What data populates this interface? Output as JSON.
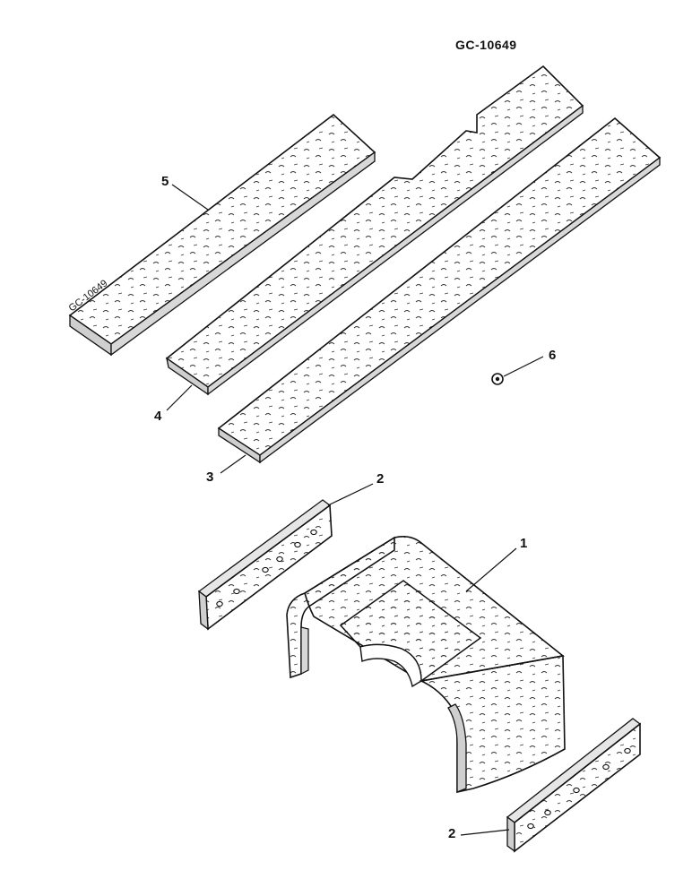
{
  "drawing": {
    "reference": "GC-10649",
    "part_stamp": "GC-10649"
  },
  "callouts": [
    {
      "id": "c1",
      "label": "1"
    },
    {
      "id": "c2a",
      "label": "2"
    },
    {
      "id": "c2b",
      "label": "2"
    },
    {
      "id": "c3",
      "label": "3"
    },
    {
      "id": "c4",
      "label": "4"
    },
    {
      "id": "c5",
      "label": "5"
    },
    {
      "id": "c6",
      "label": "6"
    }
  ]
}
